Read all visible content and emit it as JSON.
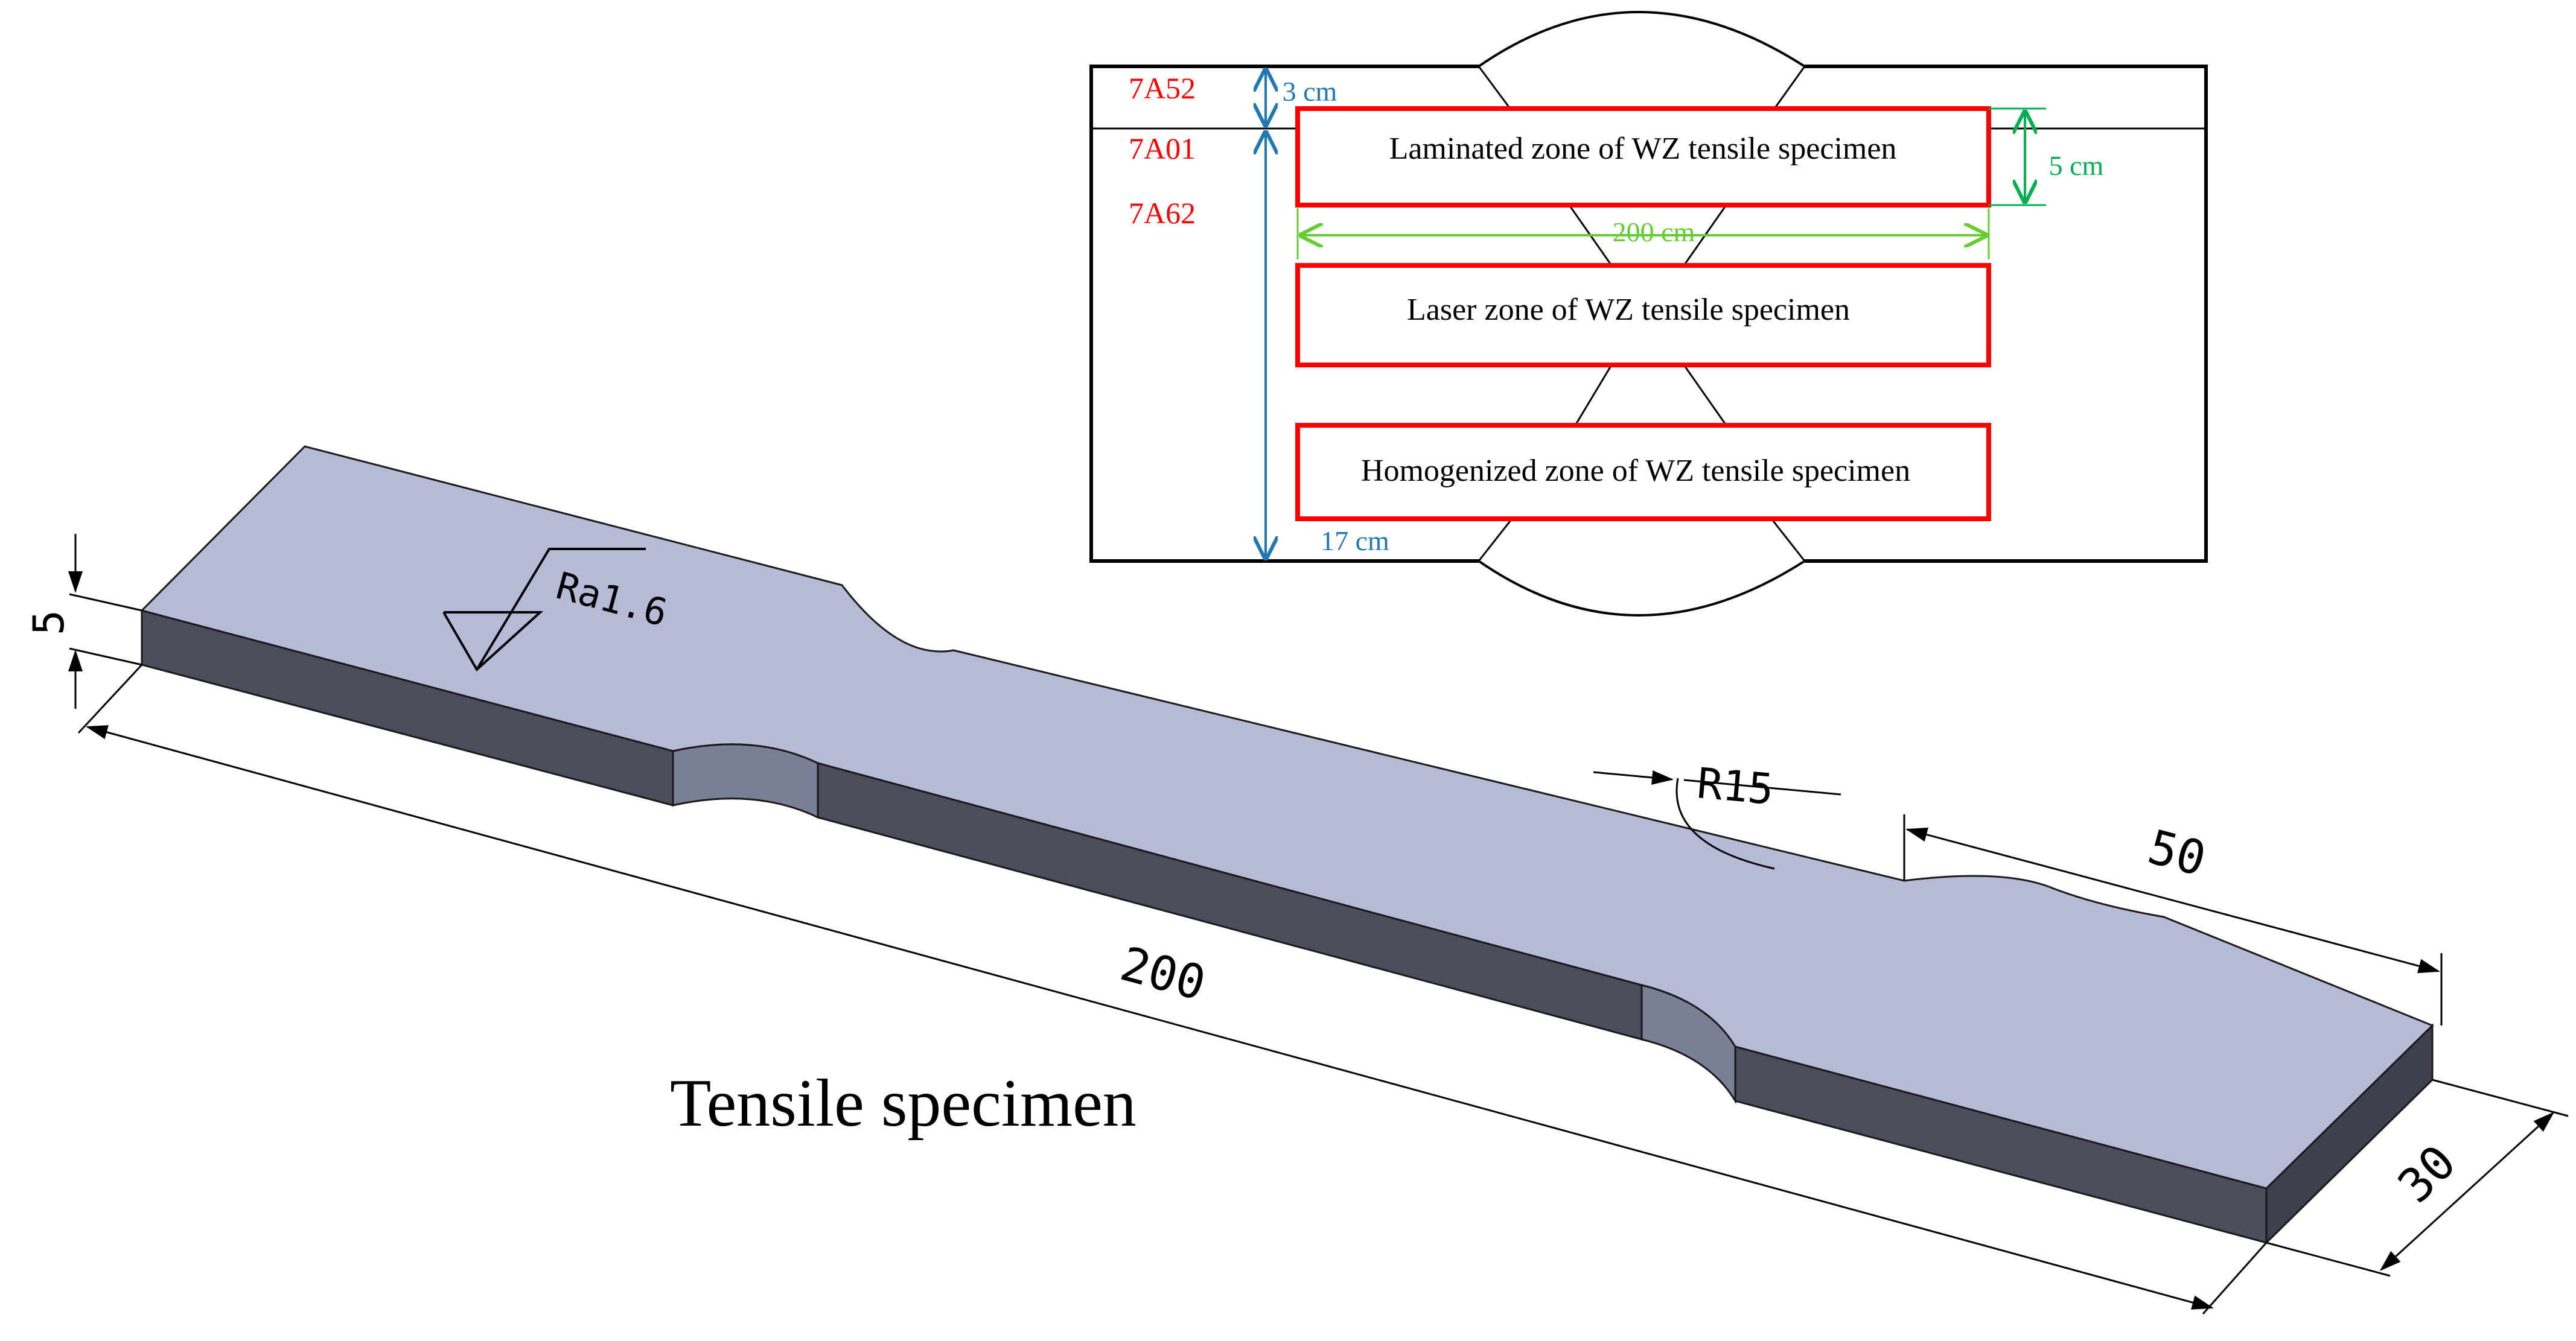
{
  "weld_diagram": {
    "layers": {
      "top": "7A52",
      "middle": "7A01",
      "base": "7A62"
    },
    "dims": {
      "top_thickness": "3 cm",
      "total_thickness": "17 cm",
      "specimen_height": "5 cm",
      "specimen_length": "200 cm"
    },
    "zones": [
      {
        "label": "Laminated zone of WZ tensile specimen"
      },
      {
        "label": "Laser zone of WZ tensile specimen"
      },
      {
        "label": "Homogenized zone of WZ tensile specimen"
      }
    ],
    "colors": {
      "material_label": "#ff0000",
      "thickness_dim": "#1f77b4",
      "specimen_dim": "#00b050",
      "length_dim": "#66cc33",
      "zone_border": "#ff0000"
    }
  },
  "specimen": {
    "caption": "Tensile specimen",
    "dims": {
      "thickness": "5",
      "length": "200",
      "grip_length": "50",
      "width": "30",
      "radius": "R15",
      "roughness": "Ra1.6"
    },
    "colors": {
      "top_face": "#b6bad6",
      "side_face": "#4a4d5c",
      "fillet_face": "#7b7f95"
    }
  }
}
